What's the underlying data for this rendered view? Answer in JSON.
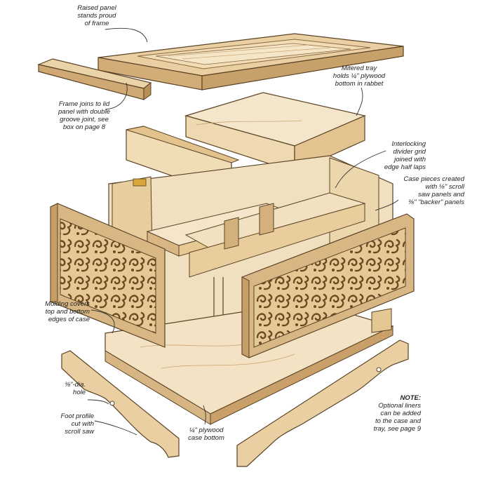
{
  "labels": {
    "raised_panel": "Raised panel\nstands proud\nof frame",
    "frame_joins": "Frame joins to lid\npanel with double\ngroove joint, see\nbox on page 8",
    "mitered_tray": "Mitered tray\nholds ¼\" plywood\nbottom in rabbet",
    "divider_grid": "Interlocking\ndivider grid\njoined with\nedge half laps",
    "case_pieces": "Case pieces created\nwith ⅛\" scroll\nsaw panels and\n⅜\" \"backer\" panels",
    "molding": "Molding covers\ntop and bottom\nedges of case",
    "hole": "⅜\"-dia.\nhole",
    "foot_profile": "Foot profile\ncut with\nscroll saw",
    "plywood_bottom": "¼\" plywood\ncase bottom",
    "note_title": "NOTE:",
    "note_body": "Optional liners\ncan be added\nto the case and\ntray, see page 9"
  },
  "colors": {
    "wood_light": "#f3e3c4",
    "wood_mid": "#e8cfa3",
    "wood_dark": "#cfae7c",
    "wood_edge": "#b98f5a",
    "outline": "#5a4326",
    "grain": "#c9a574",
    "leader": "#333333"
  }
}
